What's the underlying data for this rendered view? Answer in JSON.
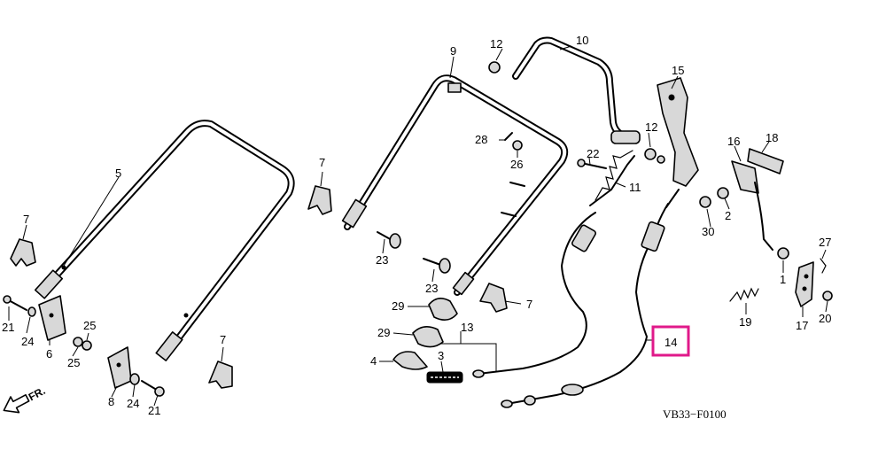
{
  "diagram_code": "VB33−F0100",
  "direction_label": "FR.",
  "highlight": {
    "label": "14",
    "color": "#e0198a"
  },
  "callouts": {
    "c1": "1",
    "c2": "2",
    "c3": "3",
    "c4": "4",
    "c5": "5",
    "c6": "6",
    "c7a": "7",
    "c7b": "7",
    "c7c": "7",
    "c7d": "7",
    "c8": "8",
    "c9": "9",
    "c10": "10",
    "c11": "11",
    "c12a": "12",
    "c12b": "12",
    "c13": "13",
    "c15": "15",
    "c16": "16",
    "c17": "17",
    "c18": "18",
    "c19": "19",
    "c20": "20",
    "c21a": "21",
    "c21b": "21",
    "c22": "22",
    "c23a": "23",
    "c23b": "23",
    "c24a": "24",
    "c24b": "24",
    "c25a": "25",
    "c25b": "25",
    "c26": "26",
    "c27": "27",
    "c28": "28",
    "c29a": "29",
    "c29b": "29",
    "c30": "30"
  }
}
